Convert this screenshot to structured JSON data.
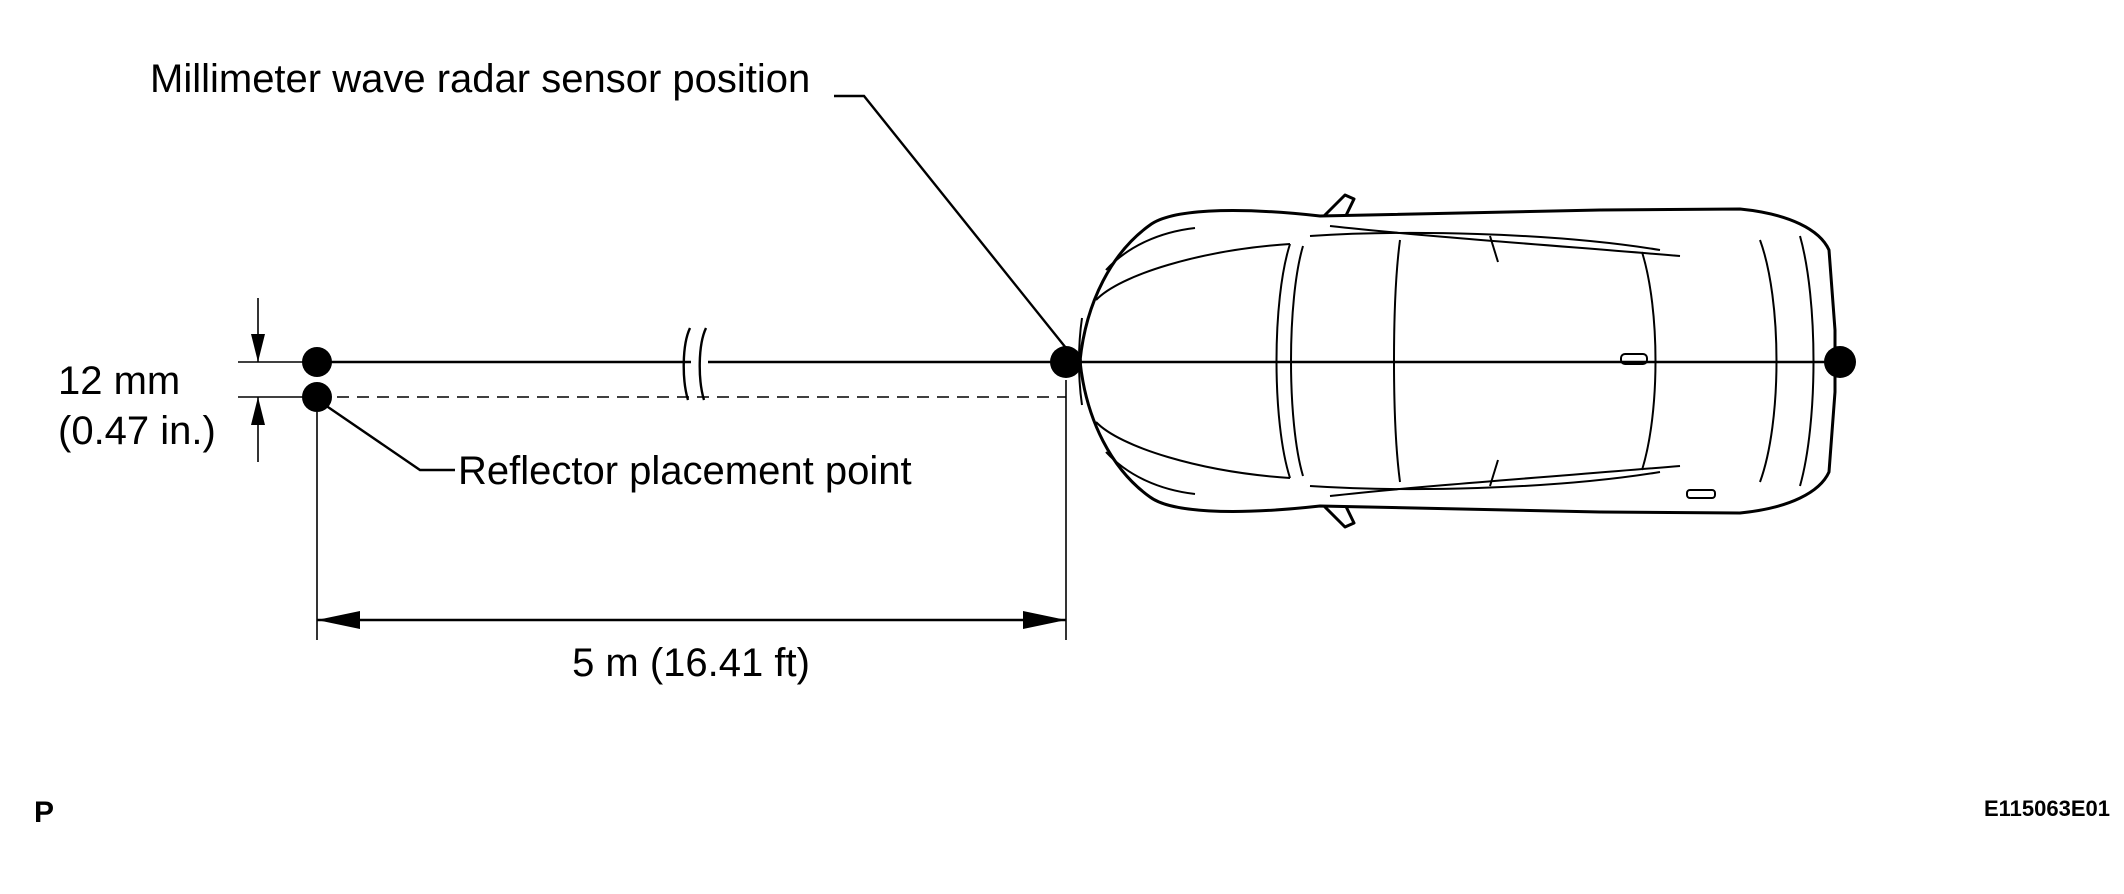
{
  "labels": {
    "sensor_position": "Millimeter wave radar sensor position",
    "reflector_point": "Reflector placement point",
    "offset_mm": "12 mm",
    "offset_in": "(0.47 in.)",
    "distance": "5 m (16.41 ft)",
    "corner_mark": "P",
    "figure_code": "E115063E01"
  }
}
